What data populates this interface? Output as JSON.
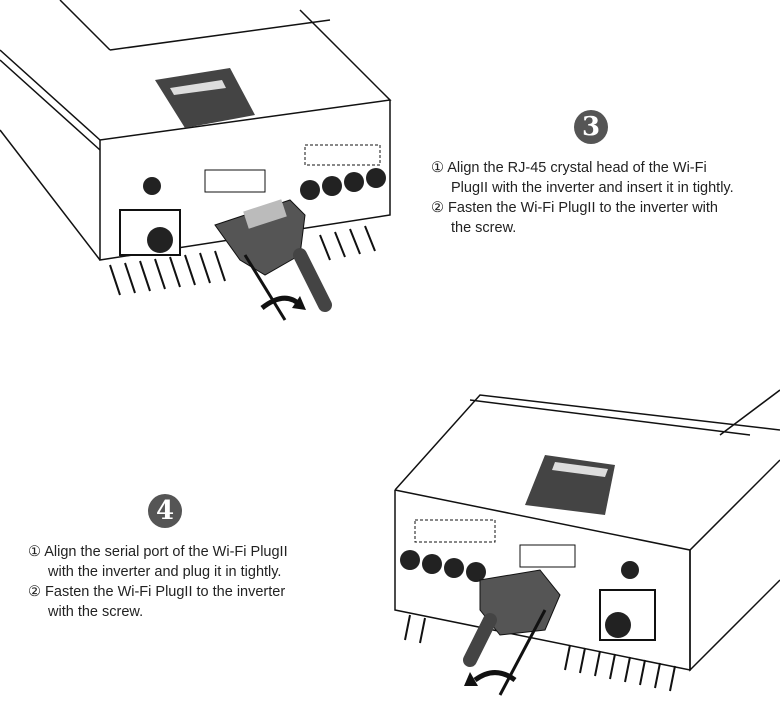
{
  "step3": {
    "number": "3",
    "lines": [
      "① Align the RJ-45 crystal head of the Wi-Fi",
      "PlugII with the inverter and insert it in tightly.",
      "② Fasten the Wi-Fi PlugII to the inverter with",
      "the screw."
    ]
  },
  "step4": {
    "number": "4",
    "lines": [
      "① Align the serial port of the Wi-Fi PlugII",
      "with the inverter and plug it in tightly.",
      "② Fasten the Wi-Fi PlugII to the inverter",
      "with the screw."
    ]
  }
}
